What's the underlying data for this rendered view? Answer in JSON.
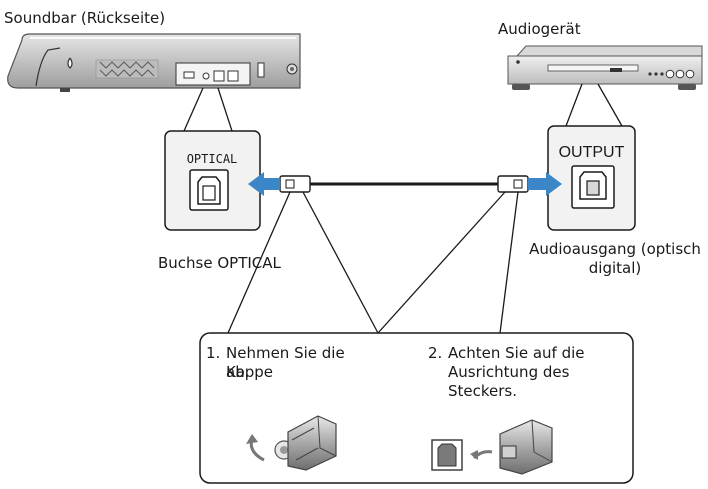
{
  "labels": {
    "soundbar": "Soundbar (Rückseite)",
    "audio_device": "Audiogerät",
    "jack_optical": "Buchse OPTICAL",
    "audio_output_line1": "Audioausgang (optisch",
    "audio_output_line2": "digital)"
  },
  "panel_left": {
    "port_label": "OPTICAL"
  },
  "panel_right": {
    "port_label": "OUTPUT"
  },
  "steps": [
    {
      "number": "1.",
      "line1": "Nehmen Sie die Kappe",
      "line2": "ab."
    },
    {
      "number": "2.",
      "line1": "Achten Sie auf die",
      "line2": "Ausrichtung des",
      "line3": "Steckers."
    }
  ],
  "colors": {
    "arrow": "#3a86c6",
    "line": "#1a1a1a",
    "device_fill": "#c9c9c9",
    "plug_fill": "#b0b0b0"
  }
}
